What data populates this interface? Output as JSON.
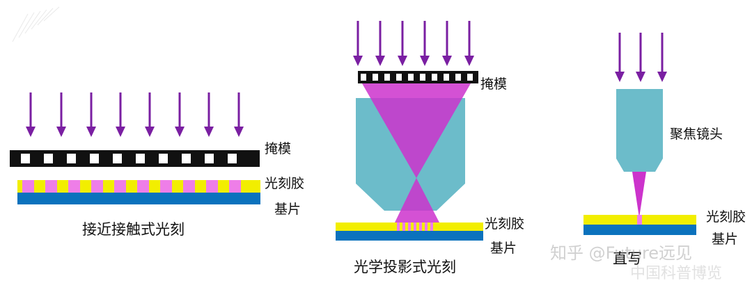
{
  "colors": {
    "arrow": "#7a1fa2",
    "light": "#cc33cc",
    "mask": "#111111",
    "photoresist": "#f2ee00",
    "photoresist_exposed": "#ee7ee8",
    "substrate": "#0b72bd",
    "lens": "#6cbcca"
  },
  "panels": {
    "contact": {
      "caption": "接近接触式光刻",
      "labels": {
        "mask": "掩模",
        "photoresist": "光刻胶",
        "substrate": "基片"
      }
    },
    "projection": {
      "caption": "光学投影式光刻",
      "labels": {
        "mask": "掩模",
        "photoresist": "光刻胶",
        "substrate": "基片"
      }
    },
    "direct": {
      "caption": "直写",
      "labels": {
        "lens": "聚焦镜头",
        "photoresist": "光刻胶",
        "substrate": "基片"
      }
    }
  },
  "watermarks": {
    "zhihu": "知乎 @Future远见",
    "source": "中国科普博览"
  }
}
